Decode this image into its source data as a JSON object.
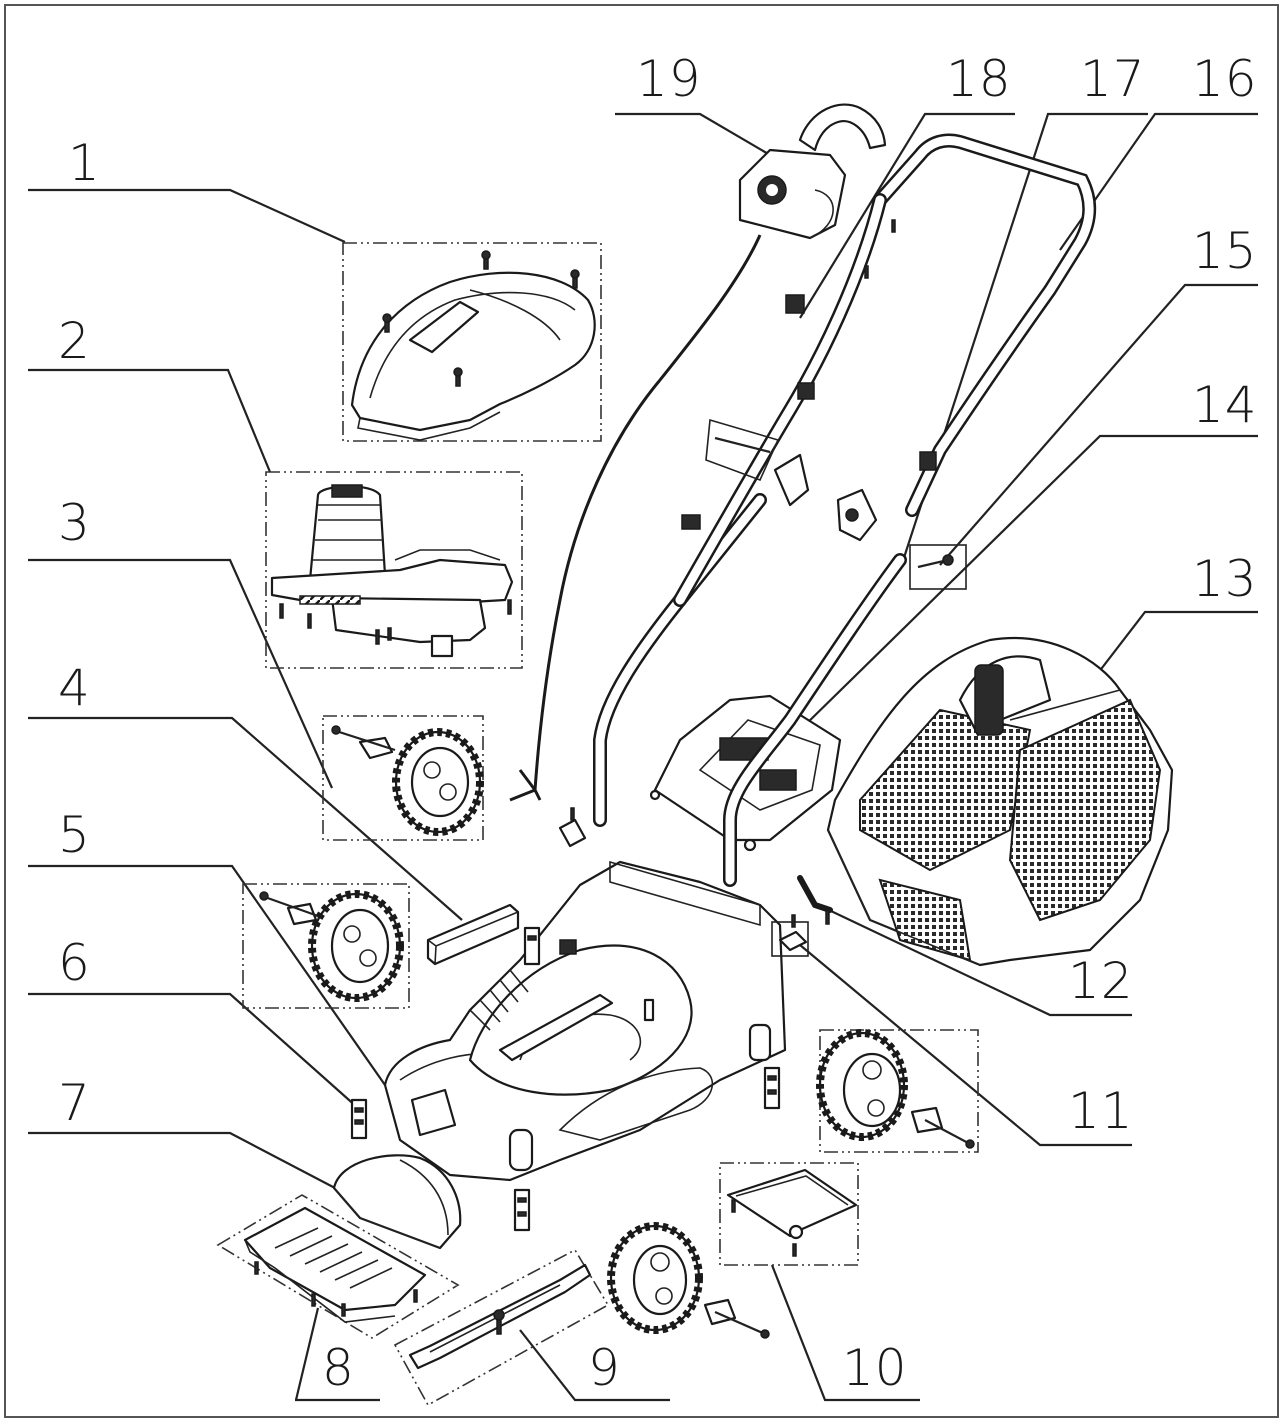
{
  "labels": [
    "1",
    "2",
    "3",
    "4",
    "5",
    "6",
    "7",
    "8",
    "9",
    "10",
    "11",
    "12",
    "13",
    "14",
    "15",
    "16",
    "17",
    "18",
    "19"
  ],
  "parts": [
    {
      "id": "1",
      "icon": "motor-cover-icon"
    },
    {
      "id": "2",
      "icon": "motor-assembly-icon"
    },
    {
      "id": "3",
      "icon": "rear-wheel-icon"
    },
    {
      "id": "4",
      "icon": "foam-strip-icon"
    },
    {
      "id": "5",
      "icon": "deck-housing-icon"
    },
    {
      "id": "6",
      "icon": "height-bracket-icon"
    },
    {
      "id": "7",
      "icon": "front-cover-icon"
    },
    {
      "id": "8",
      "icon": "base-plate-icon"
    },
    {
      "id": "9",
      "icon": "blade-icon"
    },
    {
      "id": "10",
      "icon": "rear-flap-icon"
    },
    {
      "id": "11",
      "icon": "clip-icon"
    },
    {
      "id": "12",
      "icon": "hex-key-icon"
    },
    {
      "id": "13",
      "icon": "grass-box-icon"
    },
    {
      "id": "14",
      "icon": "guard-plate-icon"
    },
    {
      "id": "15",
      "icon": "bolt-icon"
    },
    {
      "id": "16",
      "icon": "upper-handle-icon"
    },
    {
      "id": "17",
      "icon": "lower-handle-icon"
    },
    {
      "id": "18",
      "icon": "handle-bar-icon"
    },
    {
      "id": "19",
      "icon": "switch-box-icon"
    }
  ]
}
